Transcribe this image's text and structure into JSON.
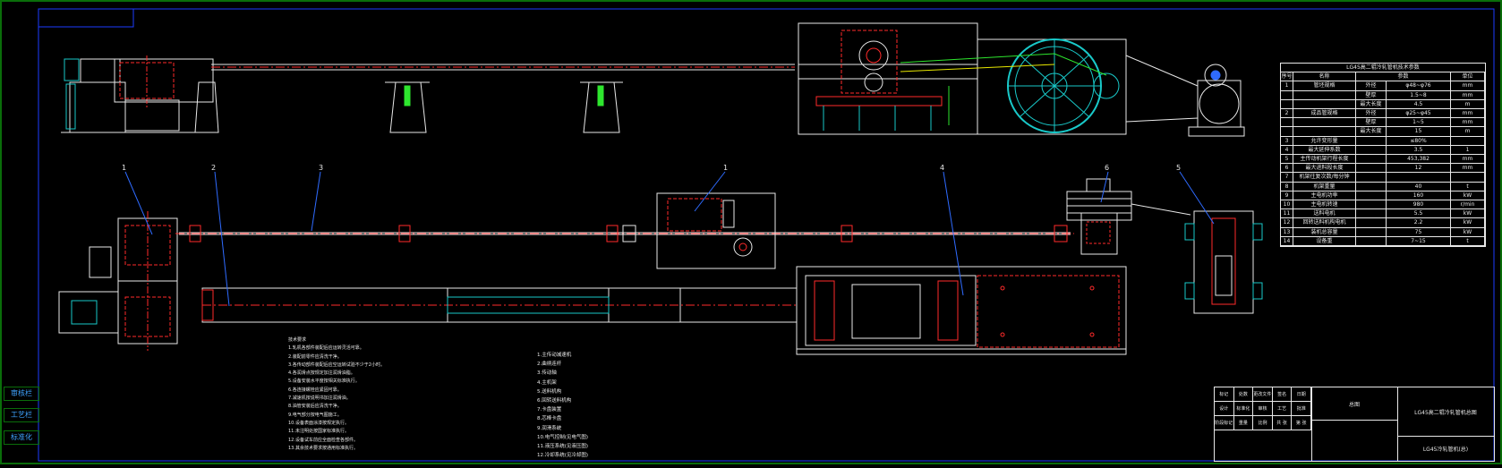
{
  "drawing": {
    "title": "LG45高二辊冷轧管机总图",
    "code": "LG45冷轧管机(总)",
    "scale_label": "总图"
  },
  "side_tabs": [
    "审核栏",
    "工艺栏",
    "标准化"
  ],
  "balloons": [
    "1",
    "2",
    "3",
    "1",
    "4",
    "6",
    "5"
  ],
  "params_table": {
    "title": "LG45高二辊冷轧管机技术参数",
    "header": [
      "序号",
      "名称",
      "参数",
      "单位"
    ],
    "rows": [
      [
        "1",
        "管坯规格",
        "外径",
        "φ48~φ76",
        "mm"
      ],
      [
        "",
        "",
        "壁厚",
        "1.5~8",
        "mm"
      ],
      [
        "",
        "",
        "最大长度",
        "4.5",
        "m"
      ],
      [
        "2",
        "成品管规格",
        "外径",
        "φ25~φ45",
        "mm"
      ],
      [
        "",
        "",
        "壁厚",
        "1~5",
        "mm"
      ],
      [
        "",
        "",
        "最大长度",
        "15",
        "m"
      ],
      [
        "3",
        "允许变形量",
        "",
        "≤80%",
        ""
      ],
      [
        "4",
        "最大延伸系数",
        "",
        "3.5",
        "1"
      ],
      [
        "5",
        "主传动机架行程长度",
        "",
        "453,382",
        "mm"
      ],
      [
        "6",
        "最大进料段长度",
        "",
        "12",
        "mm"
      ],
      [
        "7",
        "机架往复次数/每分钟",
        "",
        ""
      ],
      [
        "8",
        "机架重量",
        "",
        "40",
        "t"
      ],
      [
        "9",
        "主电机功率",
        "",
        "160",
        "kW"
      ],
      [
        "10",
        "主电机转速",
        "",
        "980",
        "r/min"
      ],
      [
        "11",
        "送料电机",
        "",
        "5.5",
        "kW"
      ],
      [
        "12",
        "回转送料机构电机",
        "",
        "2.2",
        "kW"
      ],
      [
        "13",
        "装机总容量",
        "",
        "75",
        "kW"
      ],
      [
        "14",
        "设备重",
        "",
        "7~15",
        "t"
      ]
    ]
  },
  "notes_left": {
    "heading": "技术要求",
    "lines": [
      "1.轧机各部件装配后应运转灵活可靠。",
      "2.装配前零件应清洗干净。",
      "3.各传动部件装配后应空运转试验不少于2小时。",
      "4.各润滑点按规定加注润滑油脂。",
      "5.设备安装水平度按相关标准执行。",
      "6.各连接螺栓应紧固可靠。",
      "7.减速机按说明书加注润滑油。",
      "8.油管安装后应清洗干净。",
      "9.电气部分按电气图施工。",
      "10.设备表面涂漆按规定执行。",
      "11.未注明处按国家标准执行。",
      "12.设备试车前应全面检查各部件。",
      "13.其余技术要求按通用标准执行。"
    ]
  },
  "notes_right": {
    "lines": [
      "1.主传动减速机",
      "2.曲柄连杆",
      "3.传动轴",
      "4.主机架",
      "5.送料机构",
      "6.回转送料机构",
      "7.卡盘装置",
      "8.芯棒卡盘",
      "9.润滑系统",
      "10.电气控制(见电气图)",
      "11.液压系统(见液压图)",
      "12.冷却系统(见冷却图)"
    ]
  },
  "title_block": {
    "cells": [
      "标记",
      "处数",
      "更改文件号",
      "签名",
      "日期",
      "设计",
      "标准化",
      "审核",
      "工艺",
      "批准",
      "阶段标记",
      "重量",
      "比例",
      "共 张",
      "第 张"
    ]
  },
  "colors": {
    "frame": "#0a6d0a",
    "inner_frame": "#1b3cff",
    "white": "#e8e8e8",
    "red": "#ff2a2a",
    "cyan": "#19c9c9",
    "green": "#2ee62e",
    "yellow": "#e8e800",
    "blue": "#2f6bff"
  }
}
